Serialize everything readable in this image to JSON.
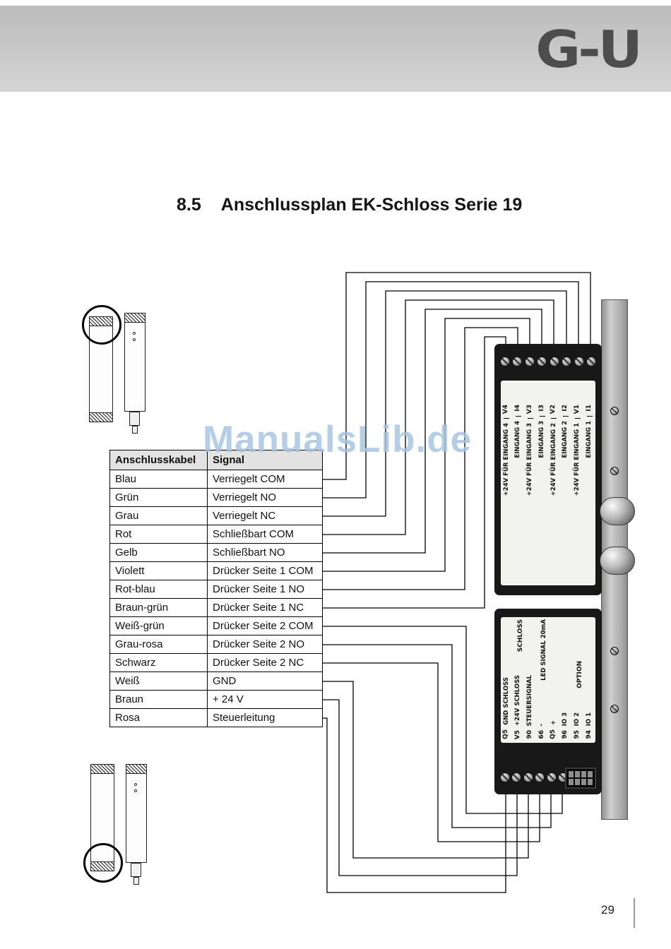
{
  "header": {
    "logo_text": "G-U"
  },
  "heading": {
    "section": "8.5",
    "title": "Anschlussplan EK-Schloss Serie 19"
  },
  "watermark": {
    "text": "ManualsLib.de",
    "color": "#a6c4e4"
  },
  "table": {
    "headers": [
      "Anschlusskabel",
      "Signal"
    ],
    "rows": [
      {
        "kabel": "Blau",
        "signal": "Verriegelt COM"
      },
      {
        "kabel": "Grün",
        "signal": "Verriegelt NO"
      },
      {
        "kabel": "Grau",
        "signal": "Verriegelt NC"
      },
      {
        "kabel": "Rot",
        "signal": "Schließbart COM"
      },
      {
        "kabel": "Gelb",
        "signal": "Schließbart NO"
      },
      {
        "kabel": "Violett",
        "signal": "Drücker Seite 1 COM"
      },
      {
        "kabel": "Rot-blau",
        "signal": "Drücker Seite 1 NO"
      },
      {
        "kabel": "Braun-grün",
        "signal": "Drücker Seite 1 NC"
      },
      {
        "kabel": "Weiß-grün",
        "signal": "Drücker Seite 2 COM"
      },
      {
        "kabel": "Grau-rosa",
        "signal": "Drücker Seite 2 NO"
      },
      {
        "kabel": "Schwarz",
        "signal": "Drücker Seite 2 NC"
      },
      {
        "kabel": "Weiß",
        "signal": "GND"
      },
      {
        "kabel": "Braun",
        "signal": "+ 24 V"
      },
      {
        "kabel": "Rosa",
        "signal": "Steuerleitung"
      }
    ]
  },
  "terminal_top": {
    "columns": [
      {
        "pin": "V4",
        "label": "+24V FÜR EINGANG 4"
      },
      {
        "pin": "I4",
        "label": "EINGANG 4"
      },
      {
        "pin": "V3",
        "label": "+24V FÜR EINGANG 3"
      },
      {
        "pin": "I3",
        "label": "EINGANG 3"
      },
      {
        "pin": "V2",
        "label": "+24V FÜR EINGANG 2"
      },
      {
        "pin": "I2",
        "label": "EINGANG 2"
      },
      {
        "pin": "V1",
        "label": "+24V FÜR EINGANG 1"
      },
      {
        "pin": "I1",
        "label": "EINGANG 1"
      }
    ]
  },
  "terminal_bottom": {
    "columns": [
      {
        "pin": "Q5",
        "label": "GND SCHLOSS"
      },
      {
        "pin": "V5",
        "label": "+24V SCHLOSS"
      },
      {
        "pin": "90",
        "label": "STEUERSIGNAL"
      },
      {
        "pin": "66",
        "label": "-"
      },
      {
        "pin": "Q5",
        "label": "+"
      },
      {
        "pin": "96",
        "label": "IO 3"
      },
      {
        "pin": "95",
        "label": "IO 2"
      },
      {
        "pin": "94",
        "label": "IO 1"
      }
    ],
    "groups": [
      "SCHLOSS",
      "LED SIGNAL 20mA",
      "OPTION"
    ]
  },
  "footer": {
    "page_number": "29"
  }
}
